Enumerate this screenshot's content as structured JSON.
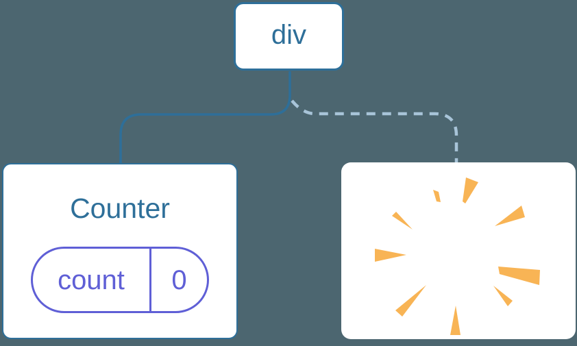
{
  "diagram": {
    "description": "component-tree",
    "root": {
      "label": "div"
    },
    "children": [
      {
        "label": "Counter",
        "state": {
          "key": "count",
          "value": "0"
        },
        "connector": "solid"
      },
      {
        "label": "",
        "icon": "poof-icon",
        "connector": "dashed"
      }
    ]
  },
  "colors": {
    "bg": "#4C6670",
    "blue": "#2E6F99",
    "purple": "#5F5FD6",
    "dash": "#A8C4D8",
    "orange": "#F8B455",
    "white": "#FFFFFF"
  }
}
